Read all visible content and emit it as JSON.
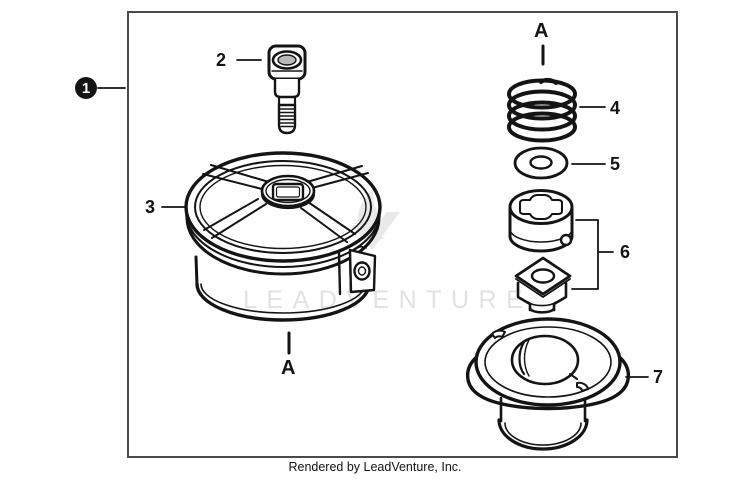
{
  "figure": {
    "frame_callout": "1",
    "labels": {
      "bolt": "2",
      "spool": "3",
      "spring": "4",
      "washer": "5",
      "drive_assembly": "6",
      "housing": "7"
    },
    "section_marker_top": "A",
    "section_marker_bottom": "A"
  },
  "watermark": {
    "text": "LEADVENTURE"
  },
  "footer": {
    "caption": "Rendered by LeadVenture, Inc."
  },
  "colors": {
    "line": "#141414",
    "frame_border": "#4a4a4a",
    "watermark_gray": "#e2e2e2",
    "callout_bg": "#141414",
    "callout_fg": "#ffffff"
  }
}
